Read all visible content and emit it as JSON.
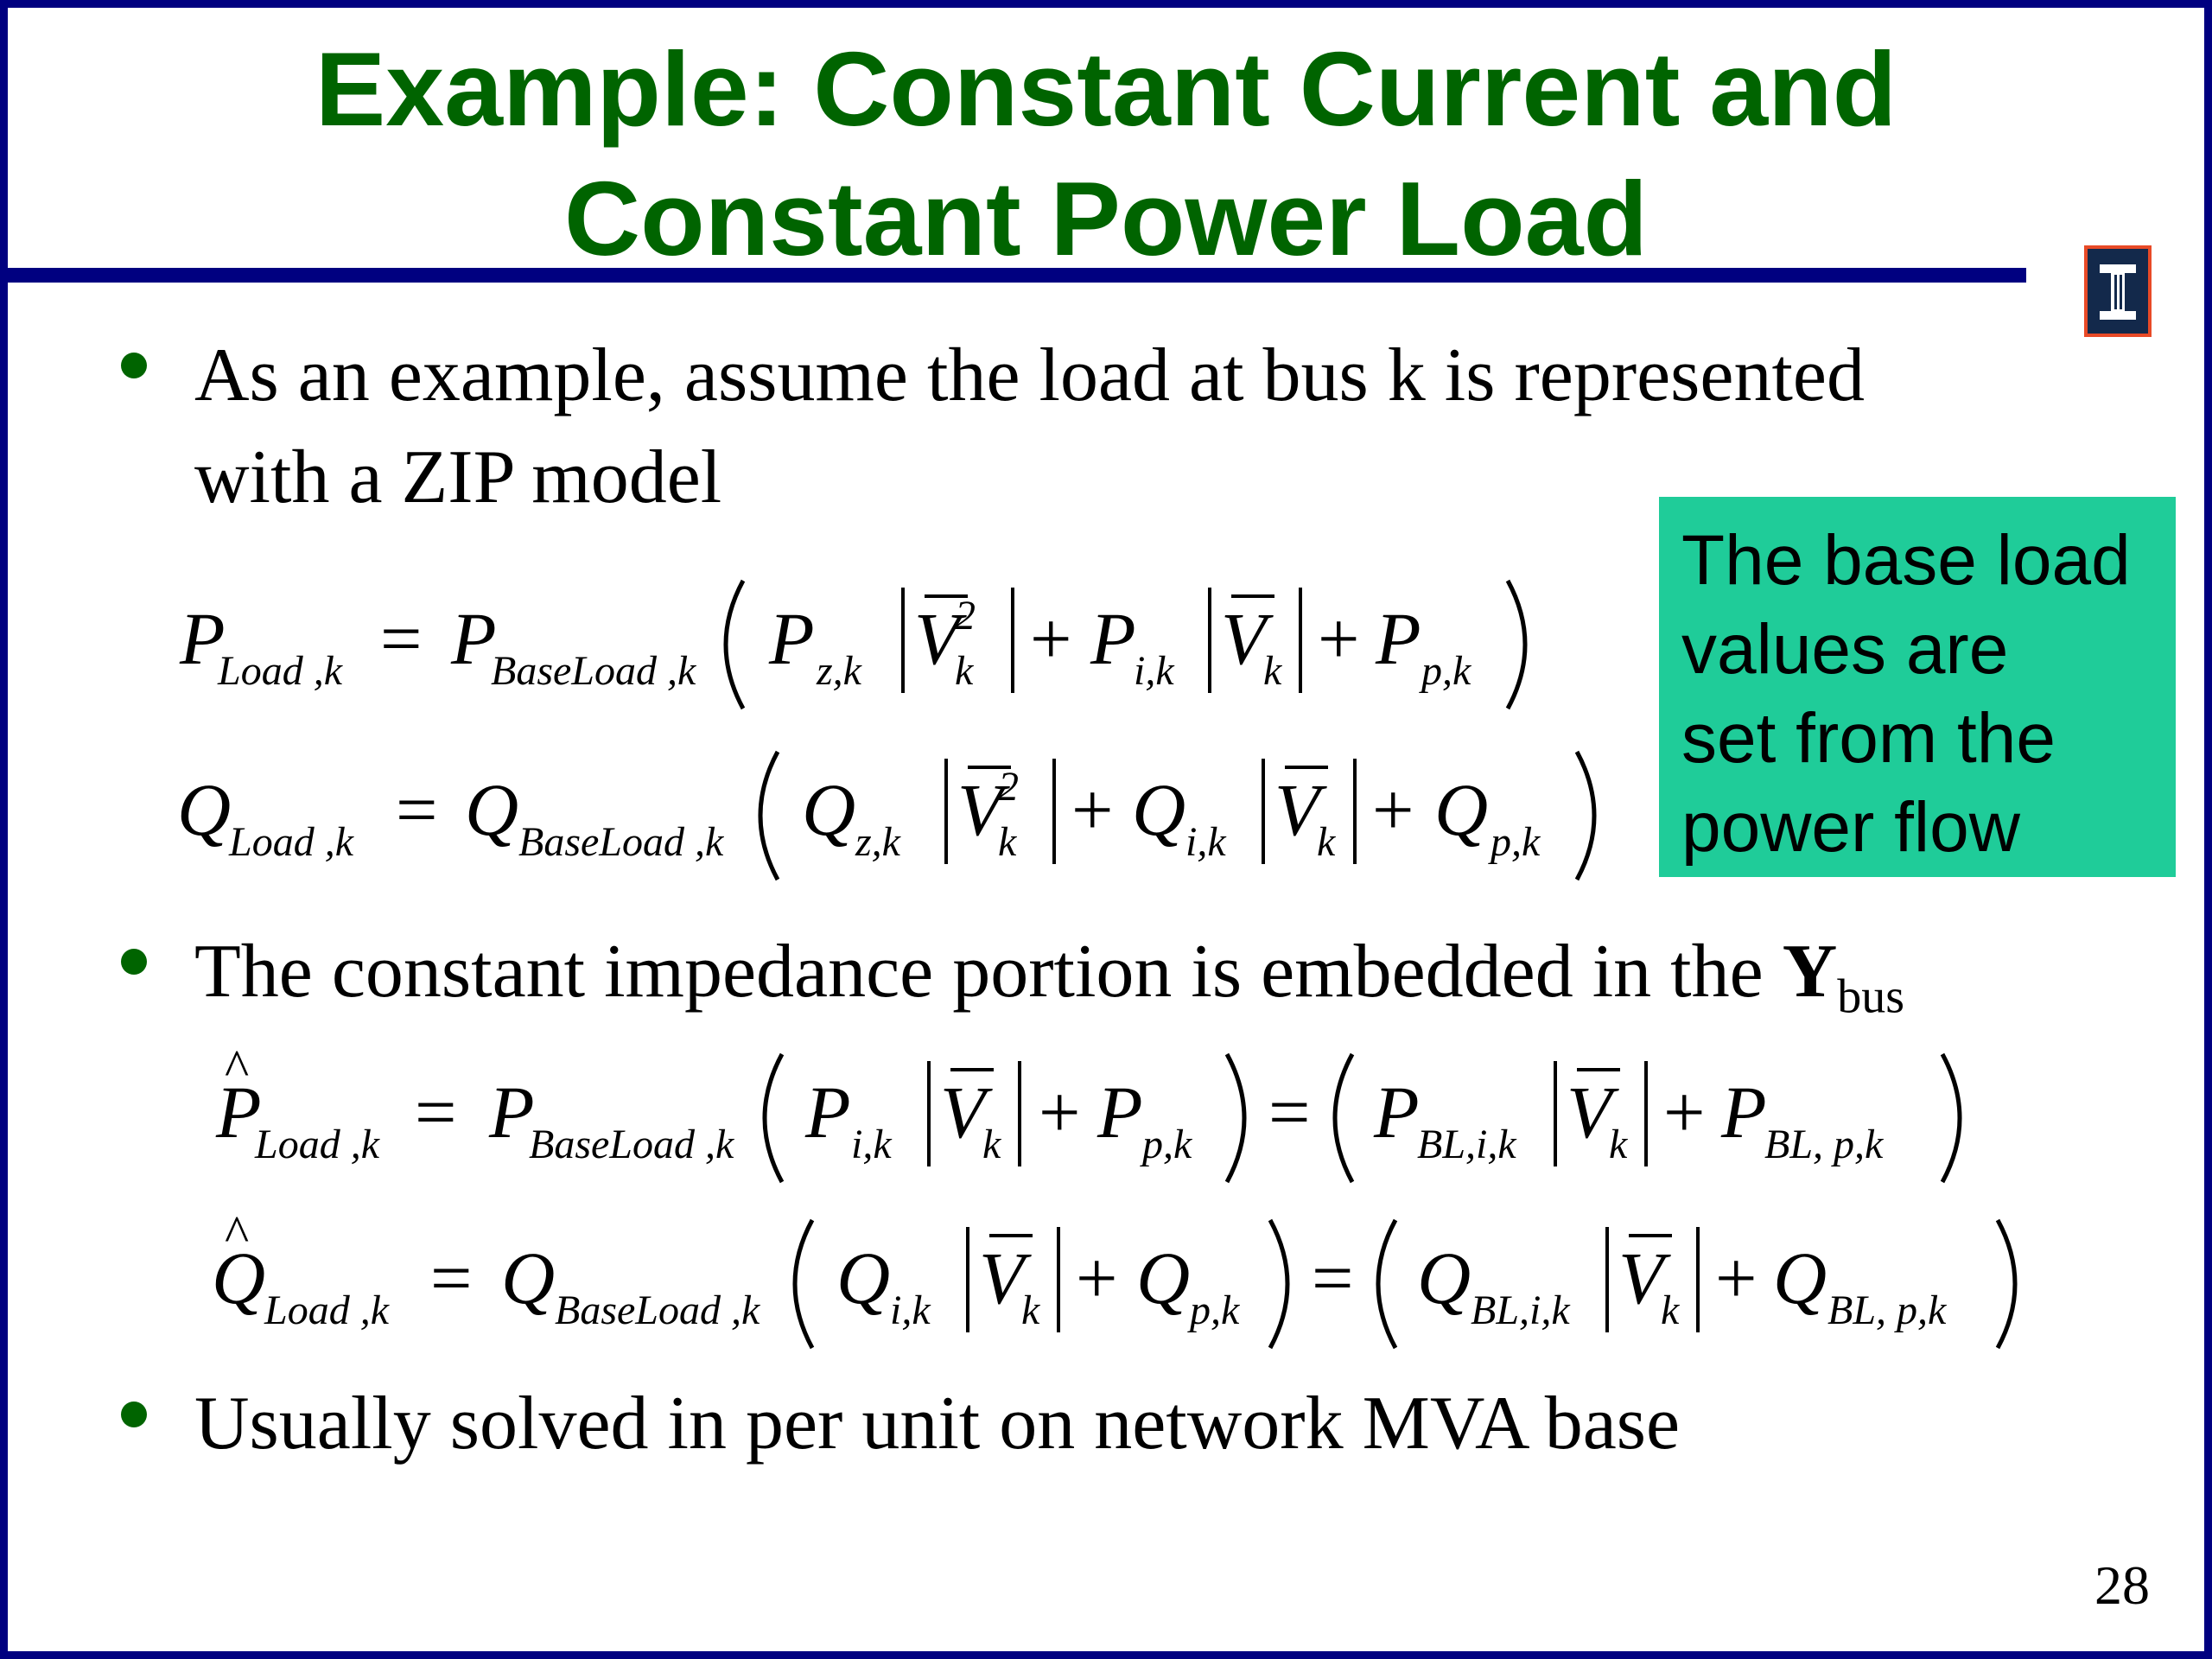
{
  "title": {
    "line1": "Example: Constant Current and",
    "line2": "Constant Power Load"
  },
  "bullets": [
    {
      "line1": "As an example, assume the load at bus k is represented",
      "line2": "with a ZIP model"
    },
    {
      "text": "The constant impedance portion is embedded in the ",
      "bold": "Y",
      "sub": "bus"
    },
    {
      "text": "Usually solved in per unit on network MVA base"
    }
  ],
  "callout": {
    "lines": [
      "The base load",
      "values are",
      "set from the",
      "power flow"
    ]
  },
  "equations": {
    "p_load": {
      "lhs_sym": "P",
      "lhs_sub": "Load ,k",
      "base_sym": "P",
      "base_sub": "BaseLoad ,k",
      "t1_sub": "z,k",
      "t2_sub": "i,k",
      "t3_sub": "p,k"
    },
    "q_load": {
      "lhs_sym": "Q",
      "lhs_sub": "Load ,k",
      "base_sym": "Q",
      "base_sub": "BaseLoad ,k",
      "t1_sub": "z,k",
      "t2_sub": "i,k",
      "t3_sub": "p,k"
    },
    "p_hat": {
      "lhs_sym": "P",
      "lhs_sub": "Load ,k",
      "base_sym": "P",
      "base_sub": "BaseLoad ,k",
      "t1_sub": "i,k",
      "t2_sub": "p,k",
      "t3_sub": "BL,i,k",
      "t4_sub": "BL, p,k"
    },
    "q_hat": {
      "lhs_sym": "Q",
      "lhs_sub": "Load ,k",
      "base_sym": "Q",
      "base_sub": "BaseLoad ,k",
      "t1_sub": "i,k",
      "t2_sub": "p,k",
      "t3_sub": "BL,i,k",
      "t4_sub": "BL, p,k"
    },
    "common": {
      "v_sym": "V",
      "v_sub": "k",
      "sq": "2",
      "eq": "=",
      "plus": "+"
    }
  },
  "page_number": "28",
  "colors": {
    "title": "#006400",
    "frame": "#000080",
    "callout_bg": "#1fcc99",
    "bullet": "#006400"
  },
  "logo_icon": "illinois-i-logo"
}
